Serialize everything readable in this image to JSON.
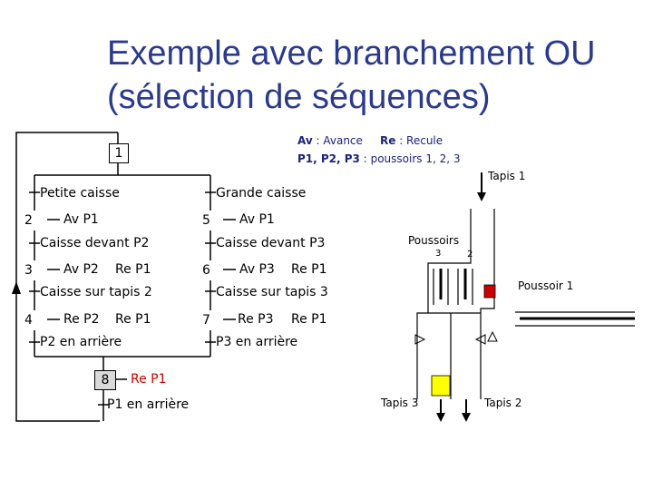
{
  "title": {
    "line1": "Exemple avec branchement OU",
    "line2": "(sélection de séquences)"
  },
  "legend": {
    "av_key": "Av",
    "av_text": " : Avance",
    "re_key": "Re",
    "re_text": " : Recule",
    "p_key": "P1, P2, P3",
    "p_text": " : poussoirs 1, 2, 3"
  },
  "grafcet": {
    "step1": "1",
    "left_branch_transition": "Petite caisse",
    "right_branch_transition": "Grande caisse",
    "step2": "2",
    "step2_action": "Av P1",
    "t2": "Caisse devant P2",
    "step3": "3",
    "step3_action_a": "Av P2",
    "step3_action_b": "Re P1",
    "t3": "Caisse sur tapis 2",
    "step4": "4",
    "step4_action_a": "Re P2",
    "step4_action_b": "Re P1",
    "t4": "P2 en arrière",
    "step5": "5",
    "step5_action": "Av P1",
    "t5": "Caisse devant P3",
    "step6": "6",
    "step6_action_a": "Av P3",
    "step6_action_b": "Re P1",
    "t6": "Caisse sur tapis 3",
    "step7": "7",
    "step7_action_a": "Re P3",
    "step7_action_b": "Re P1",
    "t7": "P3 en arrière",
    "step8": "8",
    "step8_action": "Re P1",
    "t8": "P1 en arrière"
  },
  "schema": {
    "tapis1": "Tapis 1",
    "poussoirs": "Poussoirs",
    "p3": "3",
    "p2": "2",
    "poussoir1": "Poussoir 1",
    "tapis3": "Tapis 3",
    "tapis2": "Tapis 2"
  },
  "colors": {
    "title": "#2b3a8c",
    "legend": "#1a237e",
    "red": "#cc0000",
    "yellow": "#ffff00",
    "grey_step": "#d9d9d9"
  }
}
